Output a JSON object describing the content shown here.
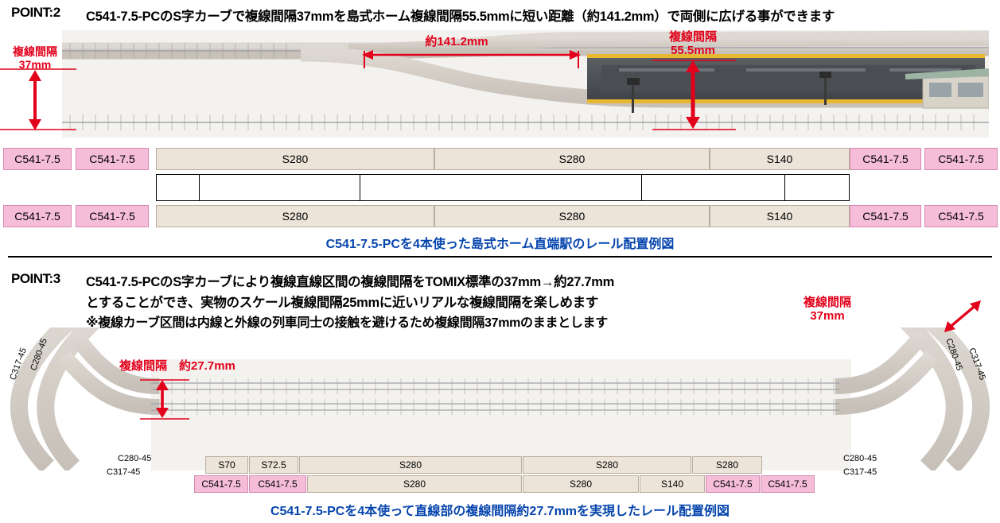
{
  "point2": {
    "label": "POINT:2",
    "headline": "C541-7.5-PCのS字カーブで複線間隔37mmを島式ホーム複線間隔55.5mmに短い距離（約141.2mm）で両側に広げる事ができます",
    "dim_left": {
      "line1": "複線間隔",
      "line2": "37mm"
    },
    "dim_span": "約141.2mm",
    "dim_right": {
      "line1": "複線間隔",
      "line2": "55.5mm"
    },
    "row_top": [
      {
        "text": "C541-7.5",
        "style": "pink"
      },
      {
        "text": "C541-7.5",
        "style": "pink"
      },
      {
        "text": "S280",
        "style": "tan"
      },
      {
        "text": "S280",
        "style": "tan"
      },
      {
        "text": "S140",
        "style": "tan"
      },
      {
        "text": "C541-7.5",
        "style": "pink"
      },
      {
        "text": "C541-7.5",
        "style": "pink"
      }
    ],
    "row_bottom": [
      {
        "text": "C541-7.5",
        "style": "pink"
      },
      {
        "text": "C541-7.5",
        "style": "pink"
      },
      {
        "text": "S280",
        "style": "tan"
      },
      {
        "text": "S280",
        "style": "tan"
      },
      {
        "text": "S140",
        "style": "tan"
      },
      {
        "text": "C541-7.5",
        "style": "pink"
      },
      {
        "text": "C541-7.5",
        "style": "pink"
      }
    ],
    "caption": "C541-7.5-PCを4本使った島式ホーム直端駅のレール配置例図"
  },
  "point3": {
    "label": "POINT:3",
    "line1": "C541-7.5-PCのS字カーブにより複線直線区間の複線間隔をTOMIX標準の37mm→約27.7mm",
    "line2": "とすることができ、実物のスケール複線間隔25mmに近いリアルな複線間隔を楽しめます",
    "line3": "※複線カーブ区間は内線と外線の列車同士の接触を避けるため複線間隔37mmのままとします",
    "dim_right": {
      "line1": "複線間隔",
      "line2": "37mm"
    },
    "dim_left": "複線間隔　約27.7mm",
    "curve_labels_left": [
      "C280-45",
      "C317-45",
      "C280-45",
      "C317-45"
    ],
    "curve_labels_right": [
      "C280-45",
      "C317-45",
      "C280-45",
      "C317-45"
    ],
    "row_top": [
      {
        "text": "S70",
        "style": "tan"
      },
      {
        "text": "S72.5",
        "style": "tan"
      },
      {
        "text": "S280",
        "style": "tan"
      },
      {
        "text": "S280",
        "style": "tan"
      },
      {
        "text": "S280",
        "style": "tan"
      }
    ],
    "row_bottom": [
      {
        "text": "C541-7.5",
        "style": "pink"
      },
      {
        "text": "C541-7.5",
        "style": "pink"
      },
      {
        "text": "S280",
        "style": "tan"
      },
      {
        "text": "S280",
        "style": "tan"
      },
      {
        "text": "S140",
        "style": "tan"
      },
      {
        "text": "C541-7.5",
        "style": "pink"
      },
      {
        "text": "C541-7.5",
        "style": "pink"
      }
    ],
    "caption": "C541-7.5-PCを4本使って直線部の複線間隔約27.7mmを実現したレール配置例図"
  },
  "colors": {
    "red": "#e2001a",
    "blue_caption": "#0645ad",
    "pink_fill": "#f6bdd9",
    "tan_fill": "#ece4d8"
  }
}
